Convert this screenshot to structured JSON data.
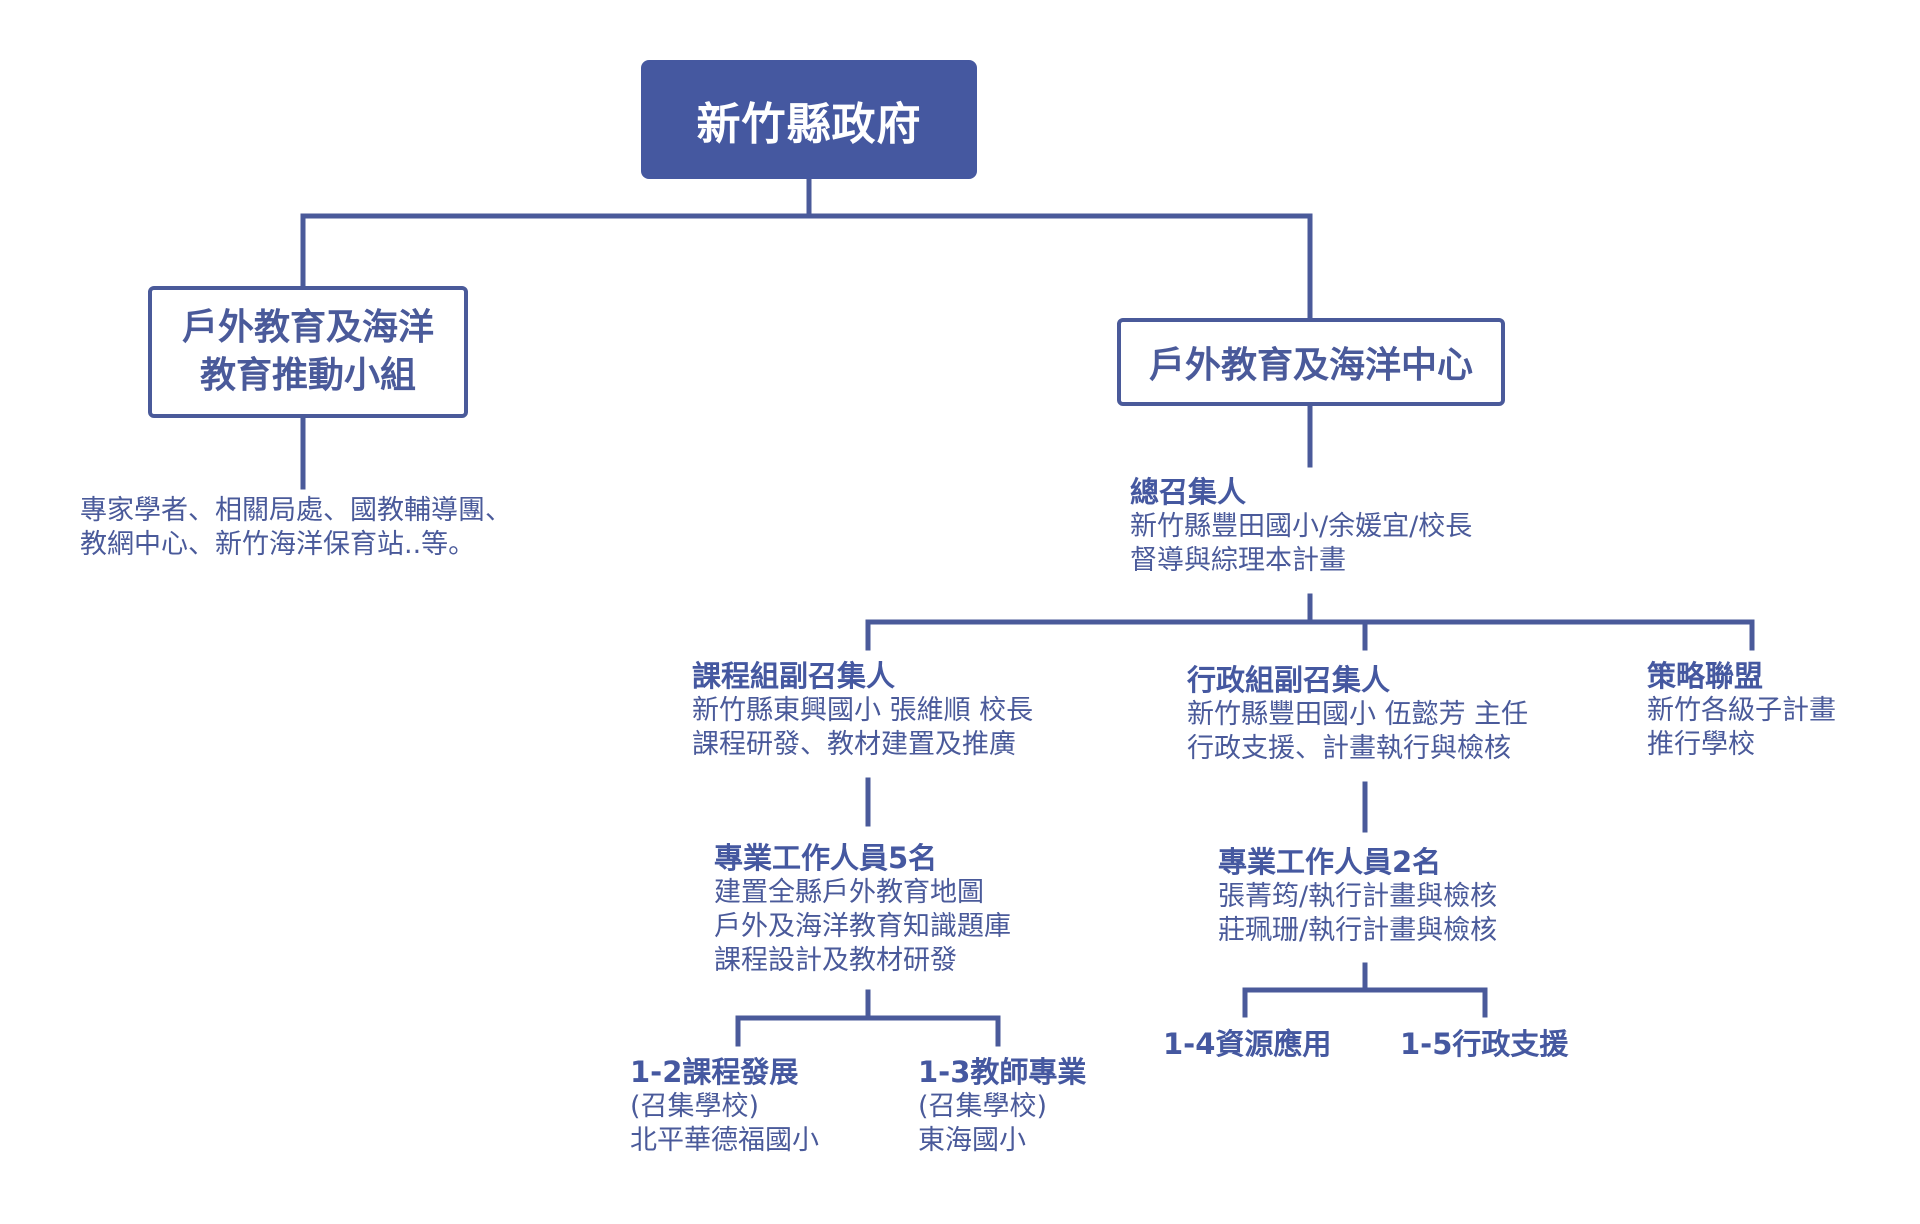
{
  "root": {
    "label": "新竹縣政府"
  },
  "group": {
    "label": "戶外教育及海洋\n教育推動小組",
    "members_line1": "專家學者、相關局處、國教輔導團、",
    "members_line2": "教網中心、新竹海洋保育站..等。"
  },
  "center": {
    "label": "戶外教育及海洋中心",
    "convener": {
      "title": "總召集人",
      "line1": "新竹縣豐田國小/余媛宜/校長",
      "line2": "督導與綜理本計畫"
    }
  },
  "curriculum": {
    "title": "課程組副召集人",
    "line1": "新竹縣東興國小 張維順 校長",
    "line2": "課程研發、教材建置及推廣",
    "staff": {
      "title": "專業工作人員5名",
      "line1": "建置全縣戶外教育地圖",
      "line2": "戶外及海洋教育知識題庫",
      "line3": "課程設計及教材研發"
    },
    "sub1": {
      "title": "1-2課程發展",
      "line1": "(召集學校)",
      "line2": "北平華德福國小"
    },
    "sub2": {
      "title": "1-3教師專業",
      "line1": "(召集學校)",
      "line2": "東海國小"
    }
  },
  "admin": {
    "title": "行政組副召集人",
    "line1": "新竹縣豐田國小 伍懿芳 主任",
    "line2": "行政支援、計畫執行與檢核",
    "staff": {
      "title": "專業工作人員2名",
      "line1": "張菁筠/執行計畫與檢核",
      "line2": "莊珮珊/執行計畫與檢核"
    },
    "sub1": {
      "title": "1-4資源應用"
    },
    "sub2": {
      "title": "1-5行政支援"
    }
  },
  "alliance": {
    "title": "策略聯盟",
    "line1": "新竹各級子計畫",
    "line2": "推行學校"
  }
}
